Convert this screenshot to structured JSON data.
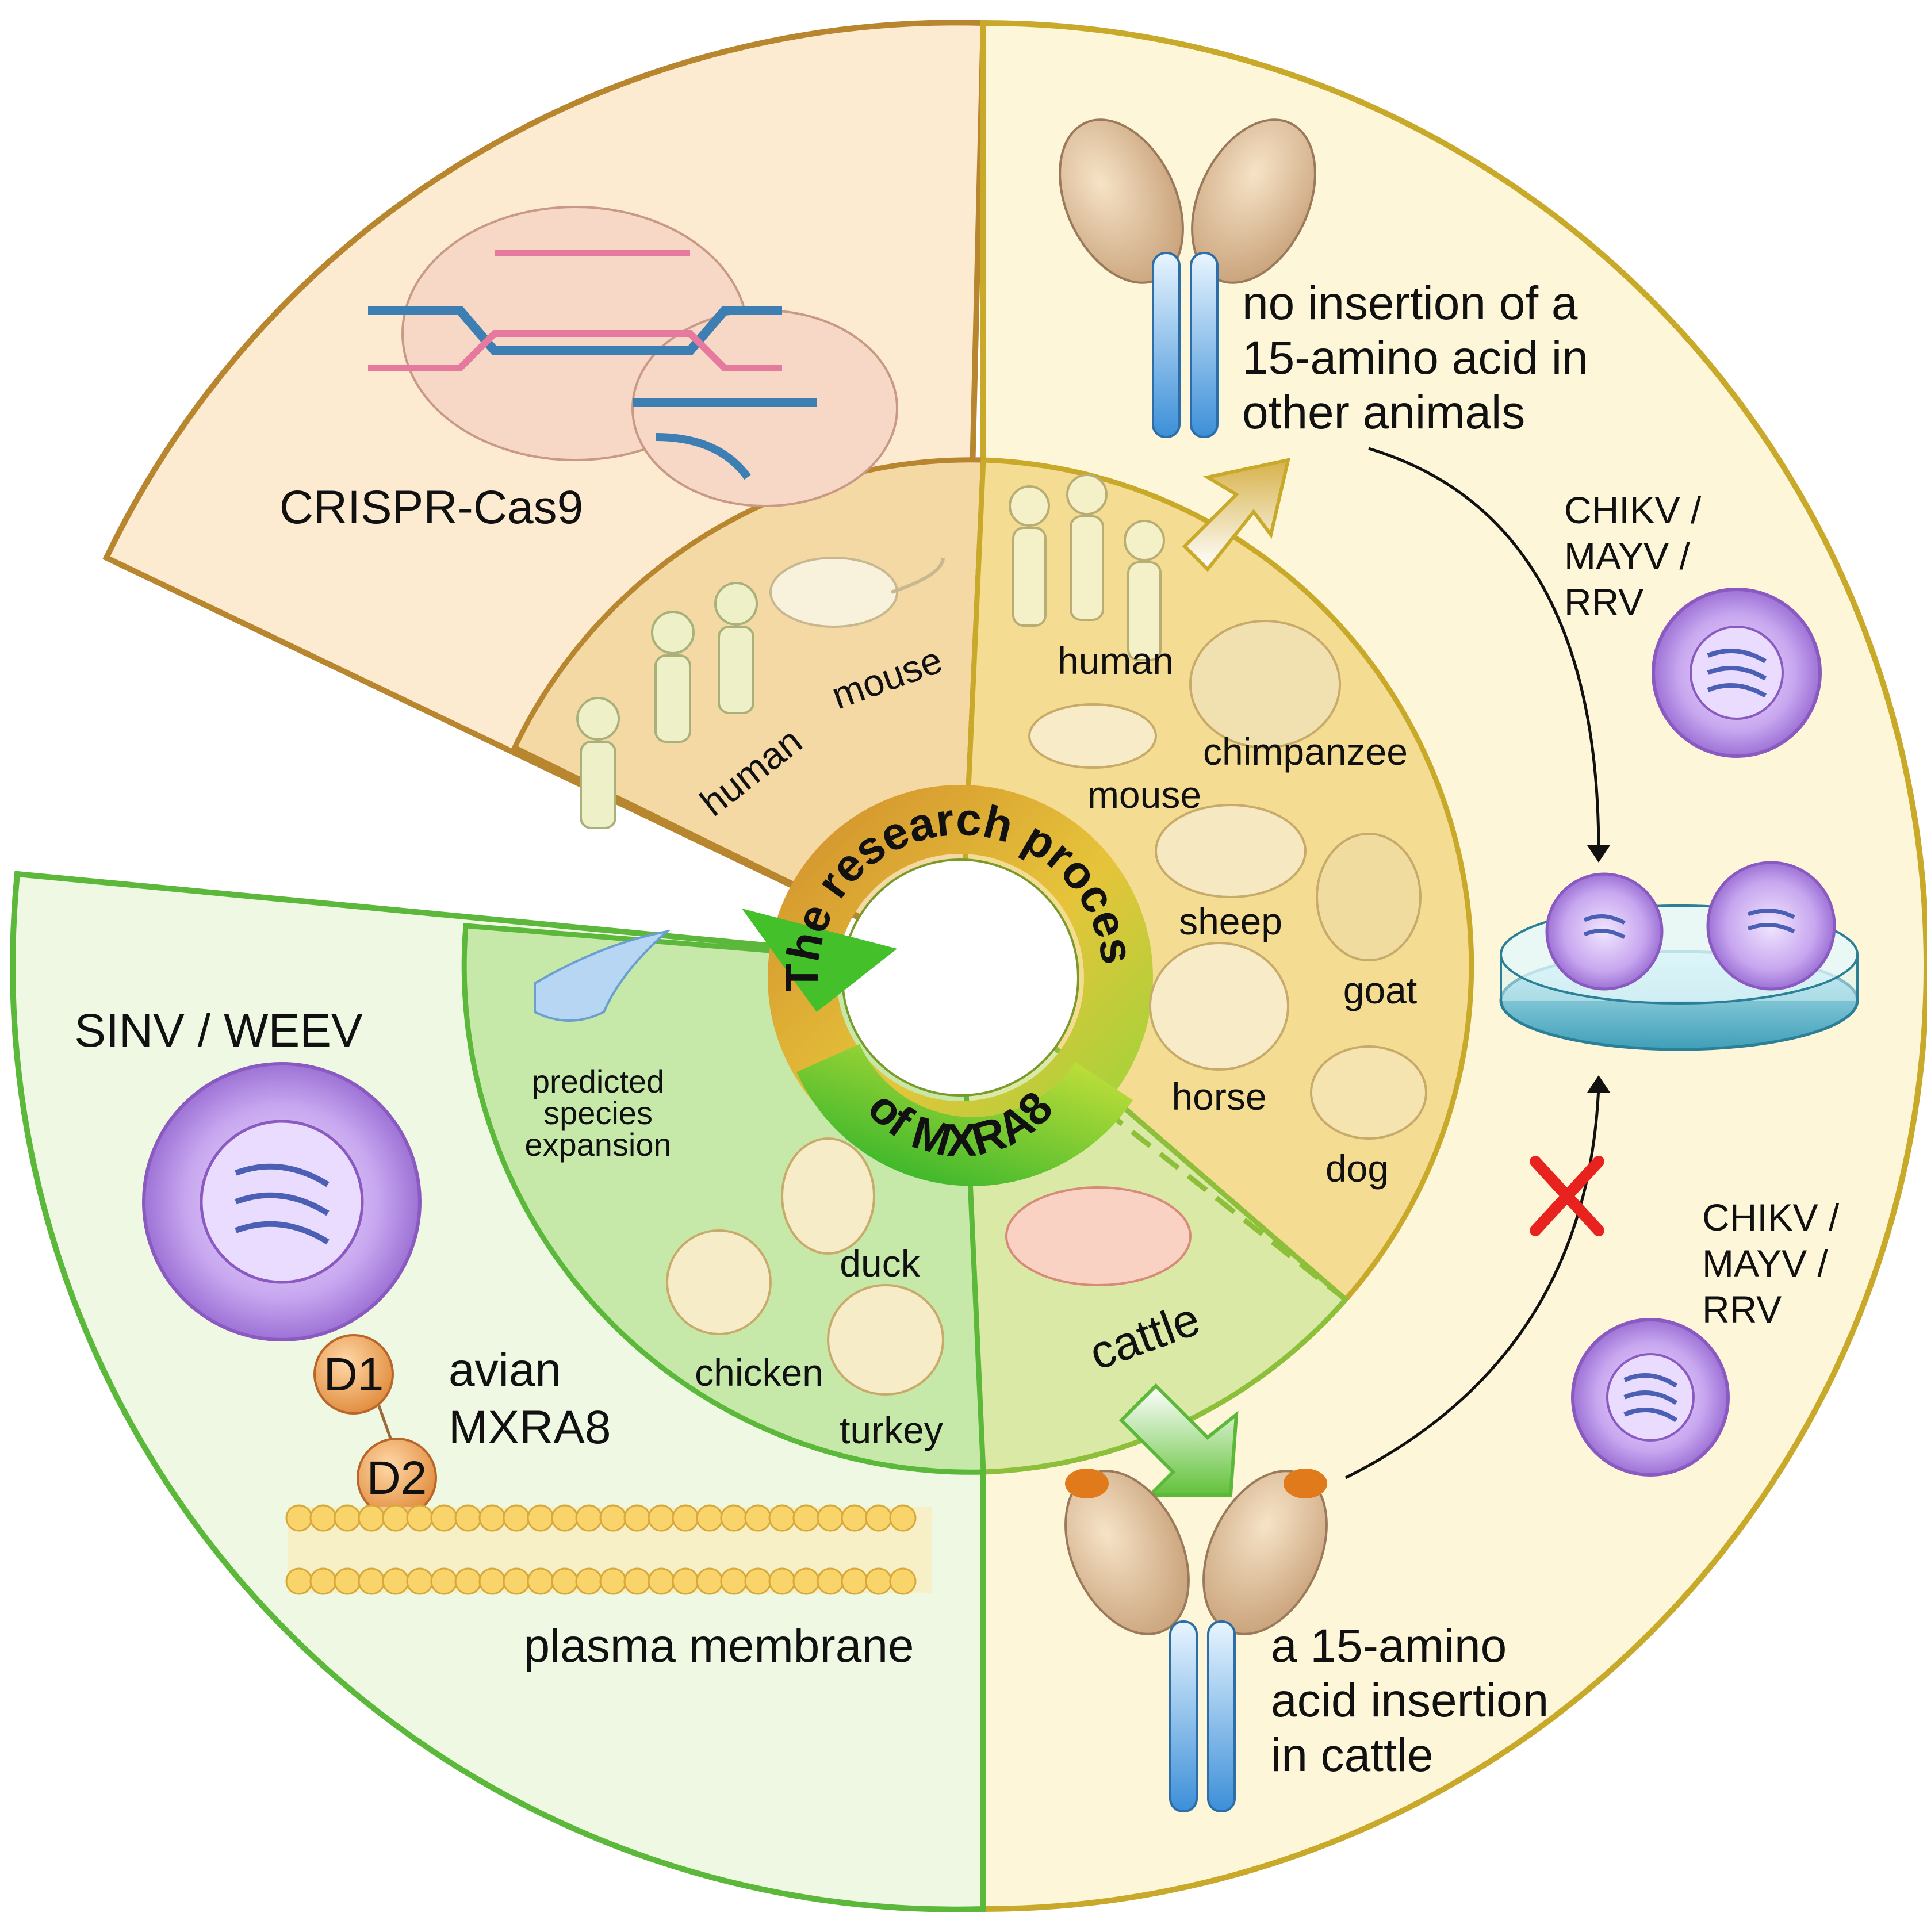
{
  "center": {
    "ring_text_top": "The research process",
    "ring_text_bottom": "of MXRA8"
  },
  "crispr": {
    "label": "CRISPR-Cas9"
  },
  "early_species": {
    "human": "human",
    "mouse": "mouse"
  },
  "right_species": {
    "human": "human",
    "chimpanzee": "chimpanzee",
    "mouse": "mouse",
    "sheep": "sheep",
    "goat": "goat",
    "horse": "horse",
    "dog": "dog",
    "cattle": "cattle"
  },
  "avian_species": {
    "predicted_line1": "predicted",
    "predicted_line2": "species",
    "predicted_line3": "expansion",
    "duck": "duck",
    "chicken": "chicken",
    "turkey": "turkey"
  },
  "top_right": {
    "no_insertion_line1": "no insertion of a",
    "no_insertion_line2": "15-amino acid in",
    "no_insertion_line3": "other animals",
    "virus_line1": "CHIKV /",
    "virus_line2": "MAYV /",
    "virus_line3": "RRV"
  },
  "bottom_right": {
    "insertion_line1": "a 15-amino",
    "insertion_line2": "acid insertion",
    "insertion_line3": "in cattle",
    "virus_line1": "CHIKV /",
    "virus_line2": "MAYV /",
    "virus_line3": "RRV"
  },
  "left_panel": {
    "virus_label": "SINV / WEEV",
    "d1": "D1",
    "d2": "D2",
    "avian_line1": "avian",
    "avian_line2": "MXRA8",
    "membrane_label": "plasma membrane"
  },
  "colors": {
    "brown_border": "#b8862e",
    "gold_border": "#c8a92a",
    "green_border": "#5cb83a",
    "tan_fill": "#fcebd0",
    "cream_fill": "#fdf6d8",
    "lightgreen_fill": "#eef8e2",
    "virus_purple": "#b48ee0",
    "cross_red": "#e8231f"
  }
}
